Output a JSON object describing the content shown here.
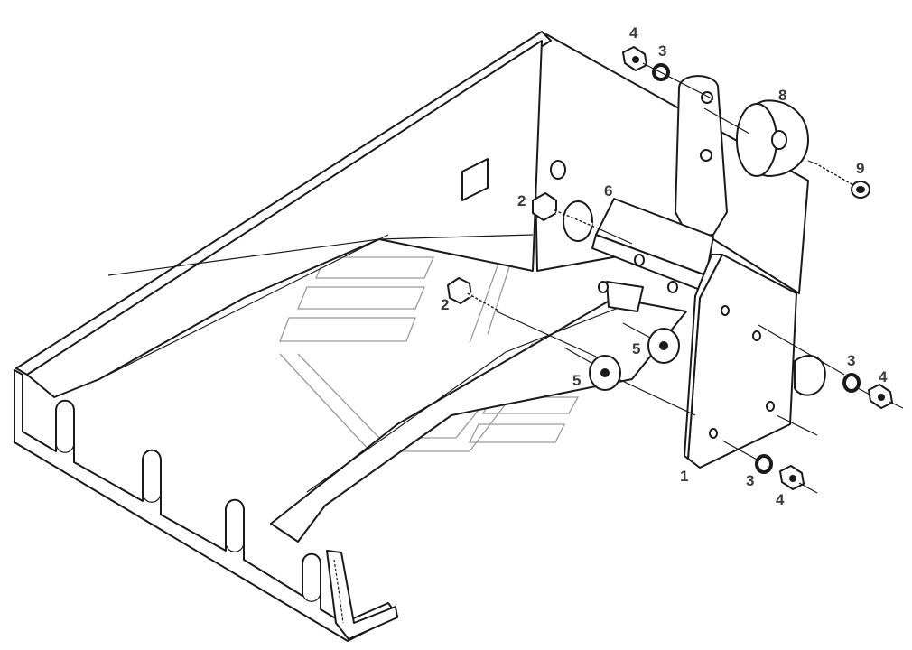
{
  "callouts": {
    "c1": "1",
    "c2a": "2",
    "c2b": "2",
    "c3a": "3",
    "c3b": "3",
    "c3c": "3",
    "c4a": "4",
    "c4b": "4",
    "c4c": "4",
    "c5a": "5",
    "c5b": "5",
    "c6": "6",
    "c8": "8",
    "c9": "9"
  },
  "colors": {
    "line": "#1a1a1a",
    "label": "#3a3a3a",
    "watermark": "#9a9a9a"
  }
}
